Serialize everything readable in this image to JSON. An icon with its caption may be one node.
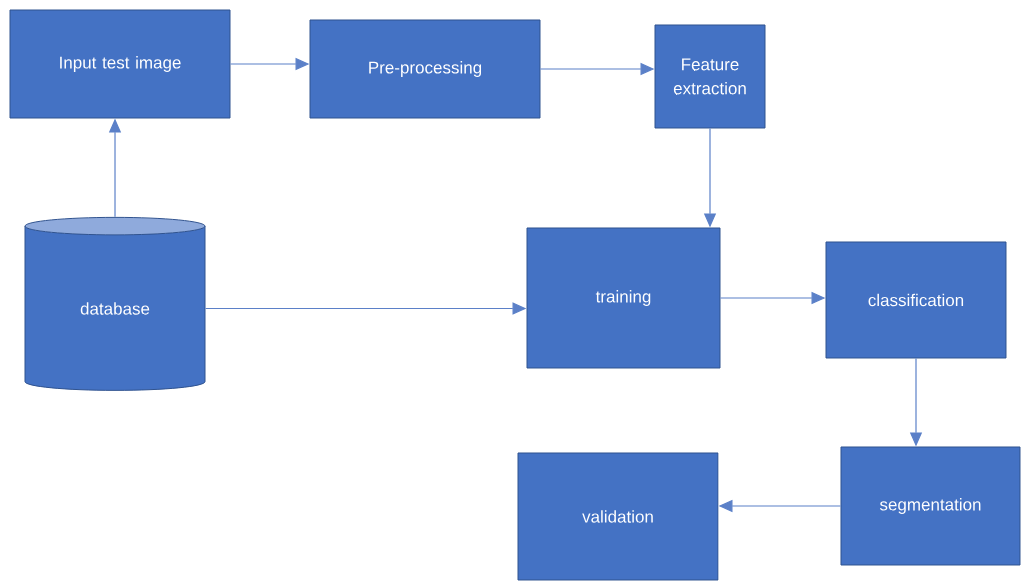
{
  "diagram": {
    "nodes": [
      {
        "text": [
          "Input test image"
        ]
      },
      {
        "text": [
          "Pre-processing"
        ]
      },
      {
        "text": [
          "Feature extraction"
        ]
      },
      {
        "text": [
          "database"
        ]
      },
      {
        "text": [
          "training"
        ]
      },
      {
        "text": [
          "classification"
        ]
      },
      {
        "text": [
          "segmentation"
        ]
      },
      {
        "text": [
          "validation"
        ]
      }
    ],
    "edges": [
      {
        "from": 3,
        "to": 0,
        "arrow": "to"
      },
      {
        "from": 0,
        "to": 1,
        "arrow": "to"
      },
      {
        "from": 1,
        "to": 2,
        "arrow": "to"
      },
      {
        "from": 2,
        "to": 4,
        "arrow": "to"
      },
      {
        "from": 3,
        "to": 4,
        "arrow": "to"
      },
      {
        "from": 4,
        "to": 5,
        "arrow": "to"
      },
      {
        "from": 5,
        "to": 6,
        "arrow": "to"
      },
      {
        "from": 6,
        "to": 7,
        "arrow": "to"
      }
    ]
  }
}
